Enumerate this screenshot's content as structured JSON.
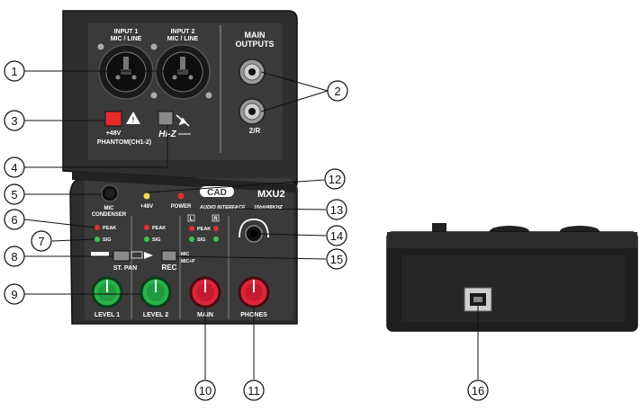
{
  "panel": {
    "input1": "INPUT 1",
    "input1_sub": "MIC / LINE",
    "input2": "INPUT 2",
    "input2_sub": "MIC / LINE",
    "main_outputs_1": "MAIN",
    "main_outputs_2": "OUTPUTS",
    "out_r": "2/R",
    "phantom_volt": "+48V",
    "phantom": "PHANTOM(CH1-2)",
    "hiz": "Hi-Z",
    "mic_1": "MIC",
    "mic_2": "CONDENSER",
    "led_48v": "+48V",
    "power": "POWER",
    "brand": "CAD",
    "model": "MXU2",
    "tagline": "AUDIO INTERFACE",
    "spec": "16bit/48KHZ",
    "peak": "PEAK",
    "sig": "SIG",
    "ch_l": "L",
    "ch_r": "R",
    "st_pan": "ST. PAN",
    "rec": "REC",
    "rec_opt1": "MIC",
    "rec_opt2": "MIC+P",
    "level1": "LEVEL 1",
    "level2": "LEVEL 2",
    "main": "MAIN",
    "phones": "PHONES"
  },
  "callouts": [
    "1",
    "2",
    "3",
    "4",
    "5",
    "6",
    "7",
    "8",
    "9",
    "10",
    "11",
    "12",
    "13",
    "14",
    "15",
    "16"
  ],
  "colors": {
    "body": "#2b2b2b",
    "panel": "#3a3a3a",
    "knob_green": "#27b34a",
    "knob_red": "#e0243a",
    "led_red": "#e33030",
    "led_green": "#3cc05a",
    "led_yellow": "#e8e24a",
    "phantom_button": "#e82a2a"
  }
}
